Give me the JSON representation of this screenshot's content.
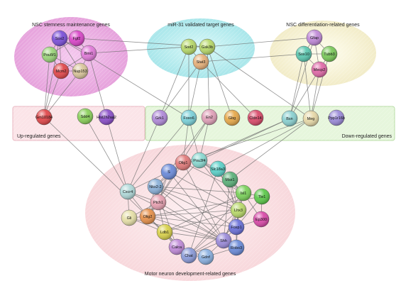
{
  "groups": {
    "nsc_stemness": "NSC  stemness maintenance genes",
    "mir31_targets": "miR-31 validated target genes",
    "nsc_differentiation": "NSC differentiation-related genes",
    "up_regulated": "Up-regulated genes",
    "down_regulated": "Down-regulated genes",
    "motor_neuron": "Motor neuron development-related genes"
  },
  "nodes": [
    {
      "id": "Sox2",
      "label": "Sox2",
      "color": "#7b4fd8"
    },
    {
      "id": "Fgf2",
      "label": "Fgf2",
      "color": "#d946c8"
    },
    {
      "id": "Pou5f1",
      "label": "Pou5f1",
      "color": "#9bd47a"
    },
    {
      "id": "Bmi1",
      "label": "Bmi1",
      "color": "#e07ad8"
    },
    {
      "id": "Mcm2",
      "label": "Mcm2",
      "color": "#e0474a"
    },
    {
      "id": "Nup153",
      "label": "Nup153",
      "color": "#d8c49a"
    },
    {
      "id": "Sod2",
      "label": "Sod2",
      "color": "#b7d86a"
    },
    {
      "id": "Gsk3b",
      "label": "Gsk3b",
      "color": "#b7d86a"
    },
    {
      "id": "Stat3",
      "label": "Stat3",
      "color": "#e6b07a"
    },
    {
      "id": "Gfap",
      "label": "Gfap",
      "color": "#c08ad8"
    },
    {
      "id": "Sox10",
      "label": "Sox10",
      "color": "#5cc8b0"
    },
    {
      "id": "Tubb3",
      "label": "Tubb3",
      "color": "#7ac85a"
    },
    {
      "id": "Mecp2",
      "label": "Mecp2",
      "color": "#e06aa8"
    },
    {
      "id": "Gm10184",
      "label": "Gm10184",
      "color": "#e0474a"
    },
    {
      "id": "Sdd4",
      "label": "Sdd4",
      "color": "#8ad05a"
    },
    {
      "id": "Hist2h2aa2",
      "label": "Hist2h2aa2",
      "color": "#8a4fc8"
    },
    {
      "id": "Grk1",
      "label": "Grk1",
      "color": "#b08ad8"
    },
    {
      "id": "Foxo6",
      "label": "Foxo6",
      "color": "#7ad0d8"
    },
    {
      "id": "En2",
      "label": "En2",
      "color": "#e0a0b8"
    },
    {
      "id": "Gbg",
      "label": "Gbg",
      "color": "#e6a84a"
    },
    {
      "id": "Cldn14",
      "label": "Cldn14",
      "color": "#d84a6a"
    },
    {
      "id": "Bsn",
      "label": "Bsn",
      "color": "#8ad0d0"
    },
    {
      "id": "Meg",
      "label": "Meg",
      "color": "#e6d8a8"
    },
    {
      "id": "Ppp1r16b",
      "label": "Ppp1r16b",
      "color": "#9a8ad8"
    },
    {
      "id": "Olig1",
      "label": "Olig1",
      "color": "#e07a7a"
    },
    {
      "id": "Pou3f4",
      "label": "Pou3f4",
      "color": "#8ad8d0"
    },
    {
      "id": "Slc18a3",
      "label": "Slc18a3",
      "color": "#5cd0c8"
    },
    {
      "id": "S",
      "label": "S",
      "color": "#6a8ad8"
    },
    {
      "id": "Msx1",
      "label": "Msx1",
      "color": "#5cb07a"
    },
    {
      "id": "Nkx2-2",
      "label": "Nkx2-2",
      "color": "#8ab0d8"
    },
    {
      "id": "Cxcr4",
      "label": "Cxcr4",
      "color": "#b0d8d8"
    },
    {
      "id": "Isl1",
      "label": "Isl1",
      "color": "#7ad05a"
    },
    {
      "id": "Tle1",
      "label": "Tle1",
      "color": "#5cc84a"
    },
    {
      "id": "Ptch1",
      "label": "Ptch1",
      "color": "#e6a0b0"
    },
    {
      "id": "Lhx3",
      "label": "Lhx3",
      "color": "#b8d86a"
    },
    {
      "id": "Olig2",
      "label": "Olig2",
      "color": "#e6904a"
    },
    {
      "id": "Gli",
      "label": "Gli",
      "color": "#e6e0a8"
    },
    {
      "id": "Foxp1",
      "label": "Foxp1",
      "color": "#6a70d8"
    },
    {
      "id": "Ep300",
      "label": "Ep300",
      "color": "#d84aa8"
    },
    {
      "id": "Ldb1",
      "label": "Ldb1",
      "color": "#d8d04a"
    },
    {
      "id": "Shh",
      "label": "Shh",
      "color": "#9a8ad8"
    },
    {
      "id": "Calca",
      "label": "Calca",
      "color": "#c08ad8"
    },
    {
      "id": "Robo3",
      "label": "Robo3",
      "color": "#6a8ad8"
    },
    {
      "id": "Chat",
      "label": "Chat",
      "color": "#8a9ad8"
    },
    {
      "id": "Gdnf",
      "label": "Gdnf",
      "color": "#8ab0e0"
    }
  ]
}
